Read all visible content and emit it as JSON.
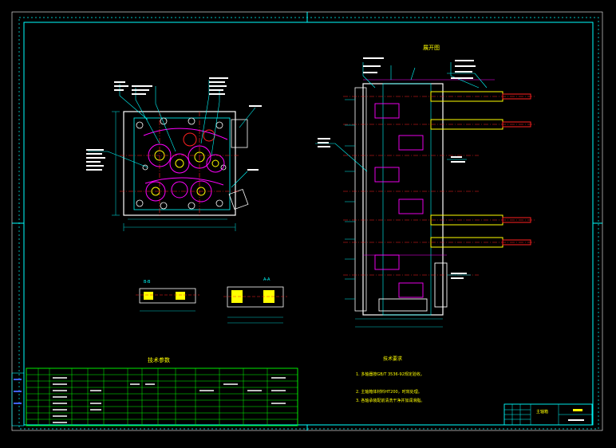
{
  "drawing": {
    "colors": {
      "background": "#000000",
      "frame": "#00ffff",
      "outline": "#ffffff",
      "dimension": "#00c8c8",
      "highlight": "#ff00ff",
      "accent": "#ffff00",
      "red": "#ff2020",
      "green": "#00ff00",
      "blue": "#4060ff",
      "note": "#ffff00"
    },
    "view_titles": {
      "side_view": "展开图",
      "tech_params": "技术参数",
      "tech_notes": "技术要求"
    },
    "sections": {
      "bb": "B-B",
      "aa": "A-A"
    },
    "notes": [
      "1. 多轴器按GB/T 3536-92规定验收。",
      "2. 主轴箱体材料HT200，时效处理。",
      "3. 各轴承装配前清洗干净并加润滑脂。"
    ],
    "title_block": {
      "name": "主轴箱",
      "drawing_no": "",
      "scale": ""
    }
  }
}
